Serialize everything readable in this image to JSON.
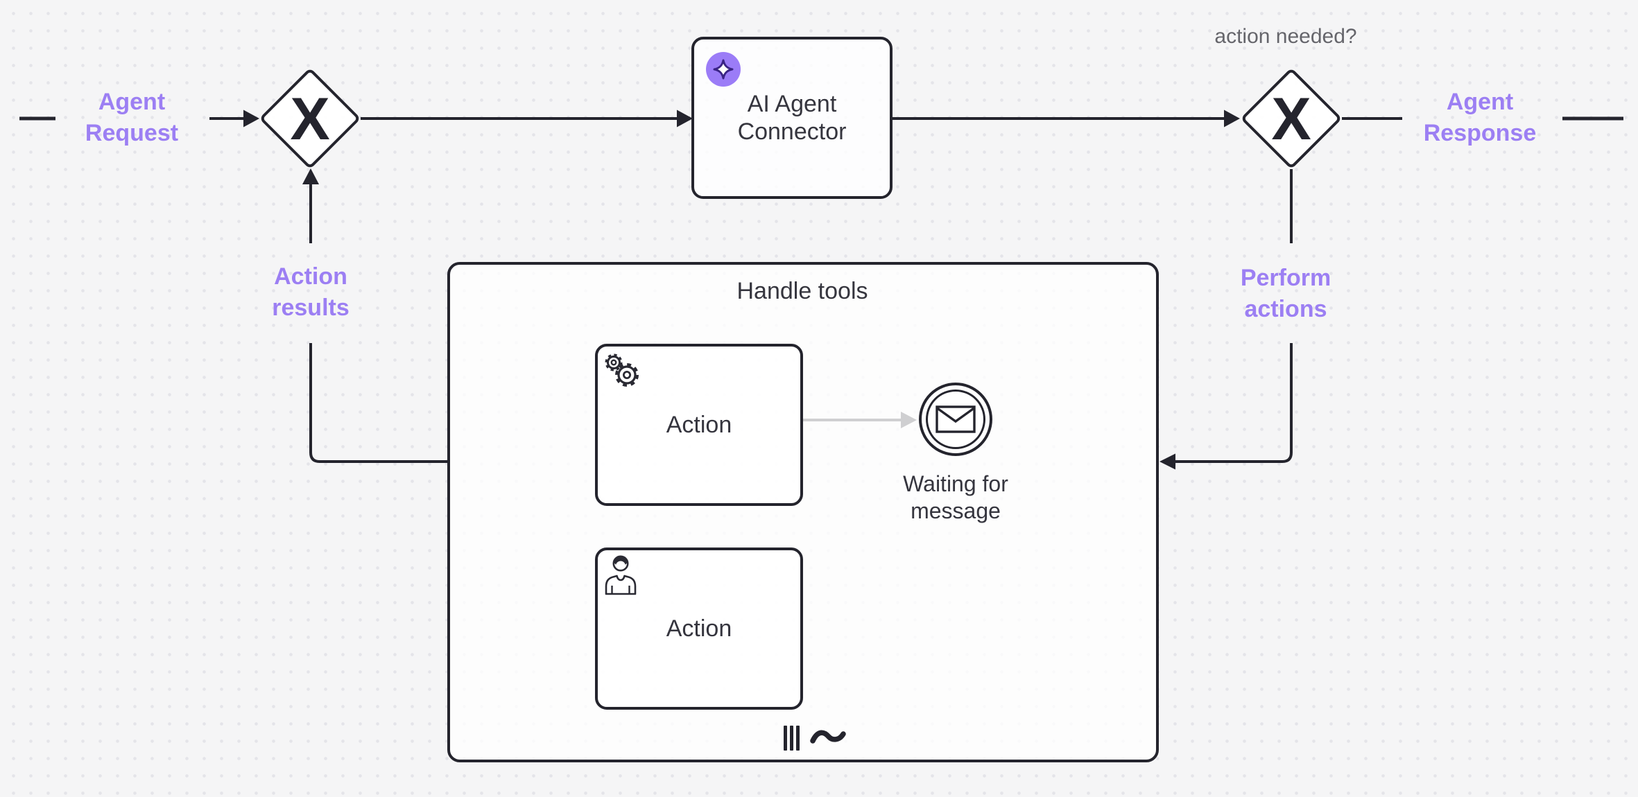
{
  "diagram": {
    "type": "bpmn-process",
    "background": "#f5f5f6",
    "colors": {
      "stroke": "#24242d",
      "node_fill": "#ffffff",
      "flow_label_purple": "#9c7ff3",
      "secondary_label_gray": "#65656b",
      "node_text": "#35353e",
      "ai_badge_background": "#9b7cf7",
      "ai_badge_star_outline": "#3a2385"
    },
    "edge_labels": {
      "agent_request": "Agent\nRequest",
      "action_results": "Action\nresults",
      "action_needed": "action needed?",
      "agent_response": "Agent\nResponse",
      "perform_actions": "Perform\nactions"
    },
    "gateways": {
      "marker": "X",
      "left_type": "exclusive-gateway",
      "right_type": "exclusive-gateway"
    },
    "nodes": {
      "ai_agent_connector": {
        "label": "AI Agent\nConnector",
        "icon": "sparkle-icon"
      },
      "handle_tools": {
        "label": "Handle tools",
        "markers": [
          "parallel-multi-instance",
          "ad-hoc-tilde"
        ]
      },
      "action_service": {
        "label": "Action",
        "icon": "gears-icon"
      },
      "action_user": {
        "label": "Action",
        "icon": "person-icon"
      },
      "waiting_for_message": {
        "label": "Waiting for\nmessage",
        "icon": "envelope-icon"
      }
    }
  }
}
